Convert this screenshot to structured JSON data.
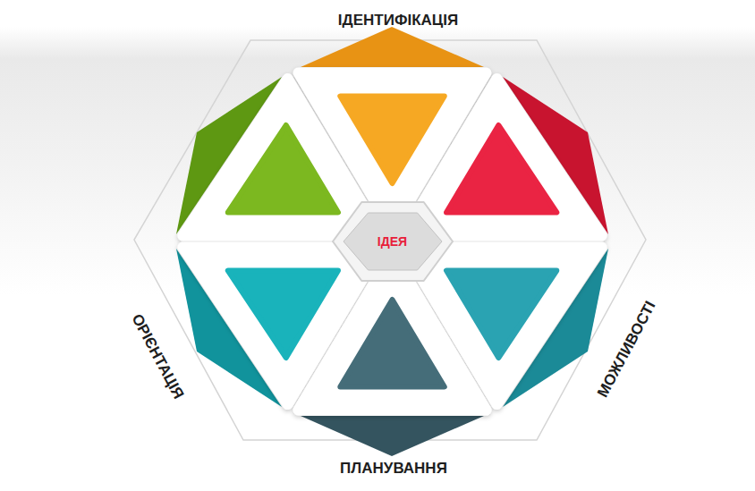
{
  "diagram": {
    "nodes": [
      {
        "text": [
          "ІДЕЯ"
        ]
      }
    ],
    "labels": [
      "ІДЕНТИФІКАЦІЯ",
      "ОРІЄНТАЦІЯ",
      "МОЖЛИВОСТІ",
      "ПЛАНУВАННЯ"
    ]
  }
}
